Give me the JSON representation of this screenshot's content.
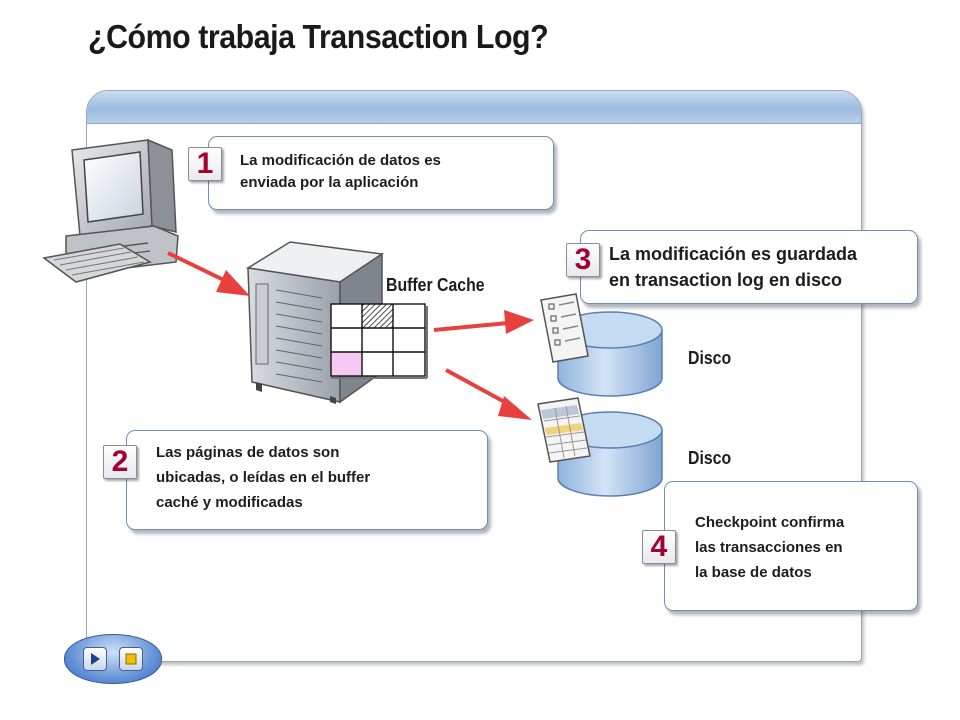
{
  "title": "¿Cómo trabaja Transaction Log?",
  "steps": [
    {
      "number": "1",
      "text_lines": [
        "La modificación de datos es",
        "enviada por la aplicación"
      ]
    },
    {
      "number": "2",
      "text_lines": [
        "Las páginas de datos son",
        "ubicadas, o leídas en el buffer",
        "caché y modificadas"
      ]
    },
    {
      "number": "3",
      "text_lines": [
        "La modificación es guardada",
        "en transaction log en disco"
      ]
    },
    {
      "number": "4",
      "text_lines": [
        "Checkpoint confirma",
        "las transacciones en",
        "la base de datos"
      ]
    }
  ],
  "labels": {
    "buffer_cache": "Buffer Cache",
    "disk_top": "Disco",
    "disk_bottom": "Disco"
  },
  "icons": {
    "computer": "desktop-computer-icon",
    "server": "server-icon",
    "log_document": "transaction-log-document-icon",
    "data_table": "data-table-document-icon",
    "nav_play": "play-icon",
    "nav_stop": "stop-icon"
  },
  "colors": {
    "accent_number": "#a40030",
    "arrow": "#e8403f",
    "frame_header": "#9dbce0",
    "highlight_cell": "#f7c8f3",
    "disk": "#b9d3ee"
  }
}
